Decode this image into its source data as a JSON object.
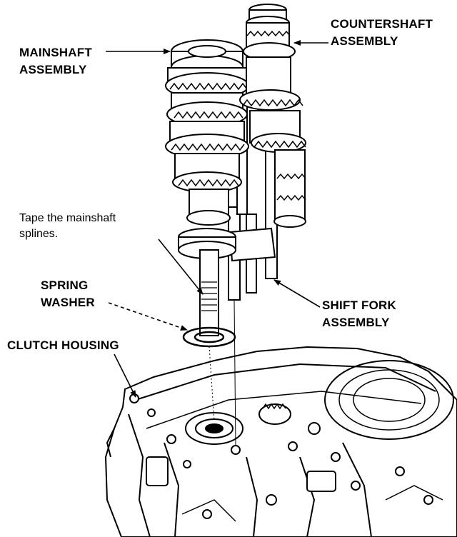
{
  "labels": {
    "countershaft_line1": "COUNTERSHAFT",
    "countershaft_line2": "ASSEMBLY",
    "mainshaft_line1": "MAINSHAFT",
    "mainshaft_line2": "ASSEMBLY",
    "tape_note_line1": "Tape the mainshaft",
    "tape_note_line2": "splines.",
    "spring_washer_line1": "SPRING",
    "spring_washer_line2": "WASHER",
    "shift_fork_line1": "SHIFT FORK",
    "shift_fork_line2": "ASSEMBLY",
    "clutch_housing": "CLUTCH HOUSING"
  },
  "colors": {
    "ink": "#000000",
    "paper": "#ffffff"
  }
}
